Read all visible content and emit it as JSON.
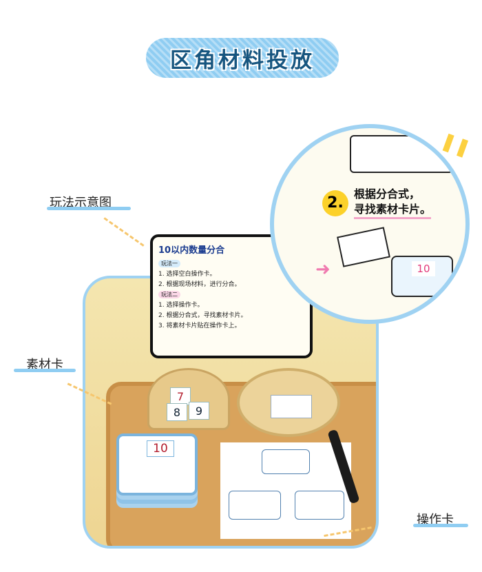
{
  "title": "区角材料投放",
  "labels": {
    "diagram": "玩法示意图",
    "material_cards": "素材卡",
    "operation_cards": "操作卡"
  },
  "poster": {
    "title": "10以内数量分合",
    "mode1": "玩法一",
    "mode1_steps": [
      "1. 选择空白操作卡。",
      "2. 根据现场材料，进行分合。"
    ],
    "mode2": "玩法二",
    "mode2_steps": [
      "1. 选择操作卡。",
      "2. 根据分合式，寻找素材卡片。",
      "3. 将素材卡片贴在操作卡上。"
    ]
  },
  "zoom_callout": {
    "step_number": "2.",
    "text_line1": "根据分合式，",
    "text_line2": "寻找素材卡片。",
    "card_number": "10"
  },
  "photo": {
    "number_cards": [
      "7",
      "8",
      "9"
    ],
    "operation_card_number": "10"
  },
  "colors": {
    "accent_blue": "#8fcdf2",
    "title_text": "#16557f",
    "highlight_yellow": "#fcd12a",
    "arrow_orange": "#f6c66d"
  }
}
